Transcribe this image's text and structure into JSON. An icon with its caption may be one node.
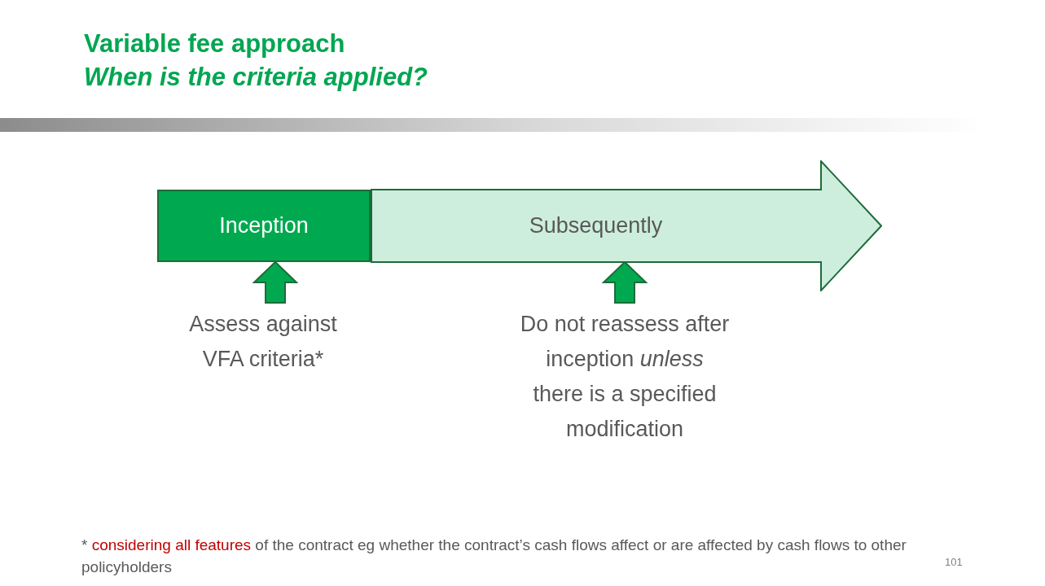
{
  "diagram": {
    "title": "Variable fee approach",
    "nodes": [
      {
        "text": [
          "Inception"
        ]
      },
      {
        "text": [
          "Subsequently"
        ]
      },
      {
        "text": [
          "Assess against VFA criteria*"
        ]
      },
      {
        "text": [
          "Do not reassess after inception *unless* there is a specified modification"
        ]
      }
    ],
    "edges": [
      {
        "from": 2,
        "to": 0,
        "arrow": "to"
      },
      {
        "from": 3,
        "to": 1,
        "arrow": "to"
      }
    ],
    "labels": [
      "When is the criteria applied?",
      "* **considering all features** of the contract eg whether the contract’s cash flows affect or are affected by cash flows to other policyholders",
      "101"
    ]
  }
}
